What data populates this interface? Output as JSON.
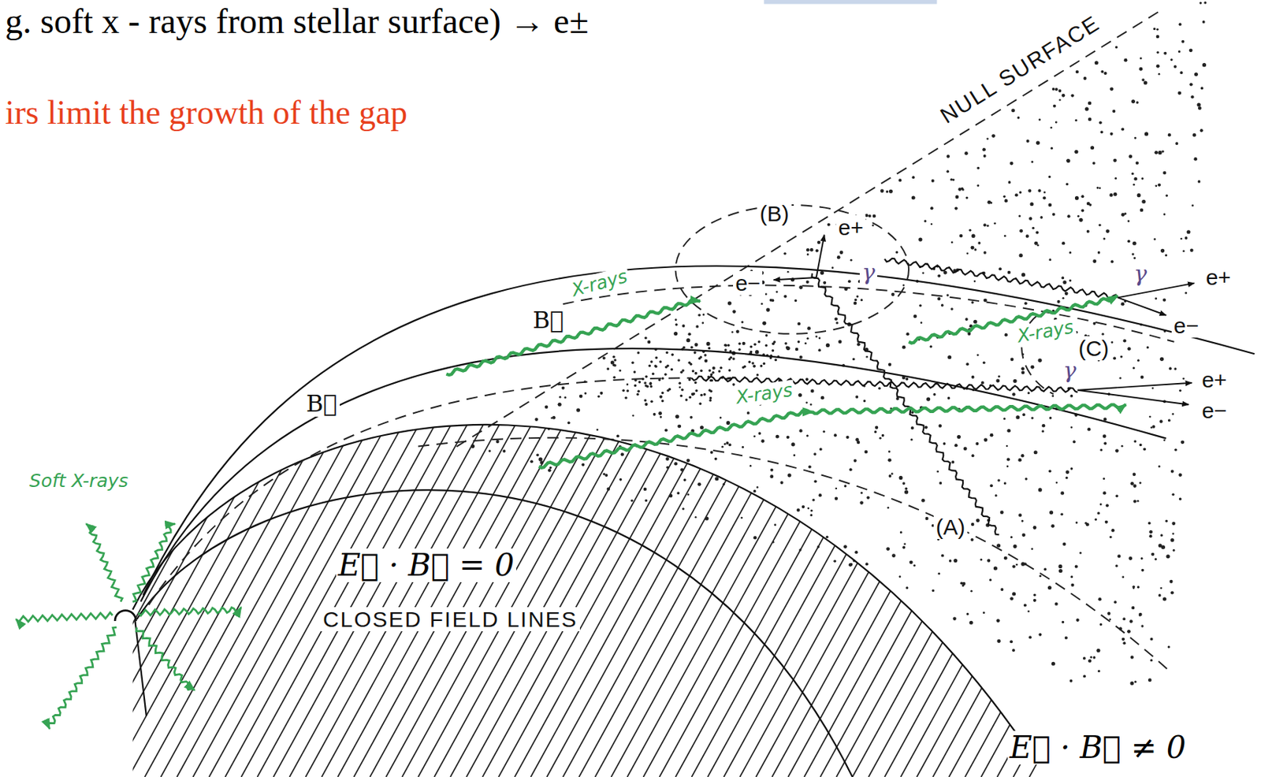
{
  "diagram": {
    "labels": [
      "g. soft x - rays from stellar surface) → e±",
      "irs limit the growth of the gap",
      "NULL SURFACE",
      "(B)",
      "e+",
      "e−",
      "X-rays",
      "B⃗",
      "X-rays",
      "γ",
      "γ",
      "e+",
      "e−",
      "(C)",
      "γ",
      "e+",
      "e−",
      "B⃗",
      "X-rays",
      "Soft X-rays",
      "(A)",
      "E⃗ · B⃗ = 0",
      "CLOSED FIELD LINES",
      "E⃗ · B⃗ ≠ 0"
    ]
  }
}
